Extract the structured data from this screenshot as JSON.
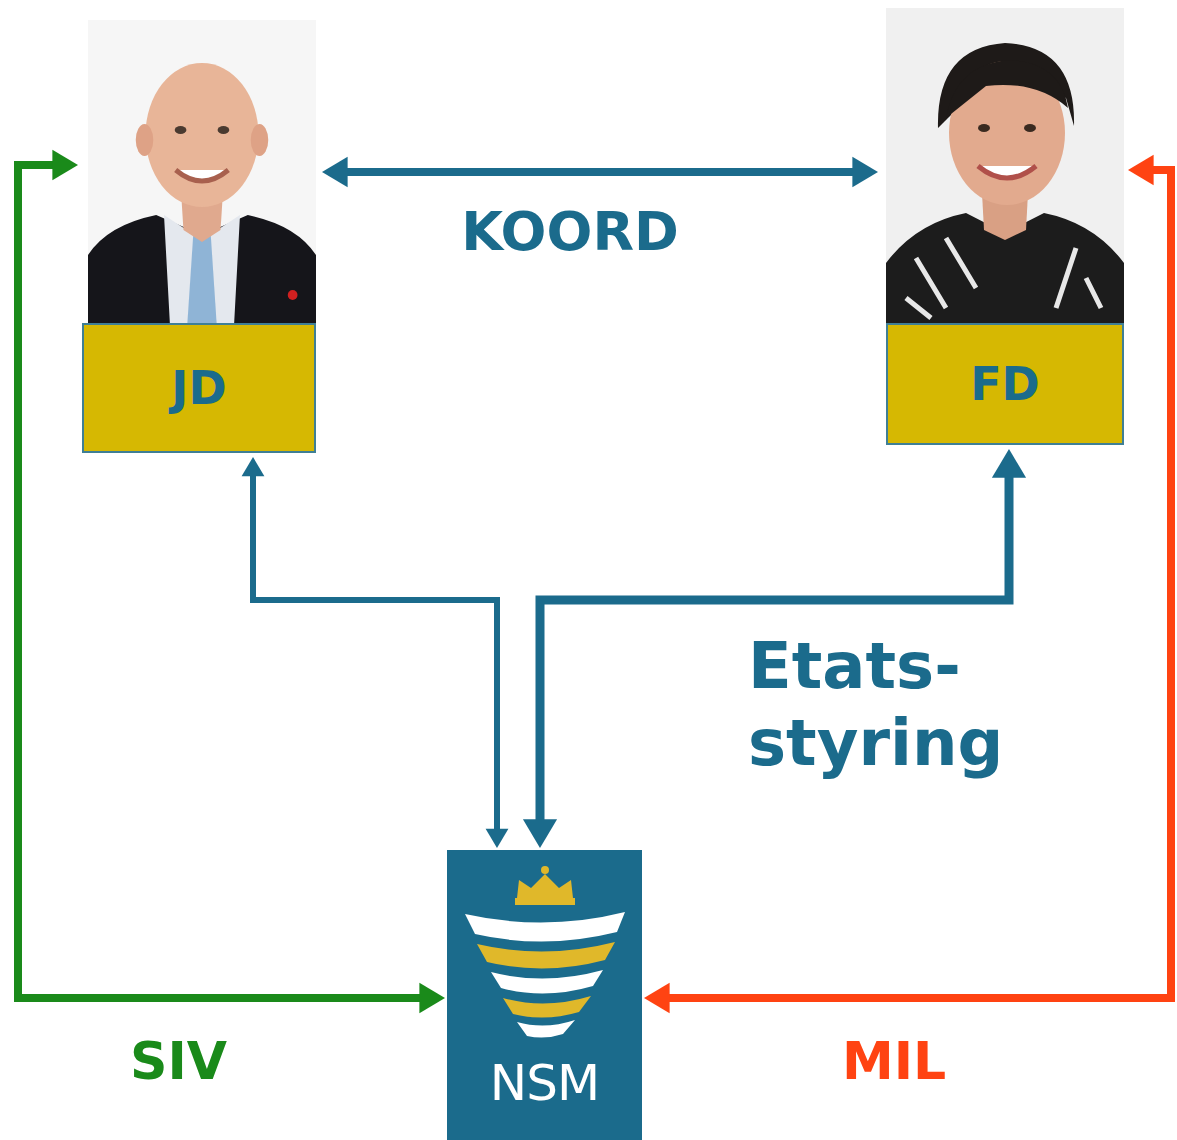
{
  "diagram": {
    "nodes": [
      {
        "text": [
          "JD"
        ]
      },
      {
        "text": [
          "FD"
        ]
      },
      {
        "text": [
          "NSM"
        ]
      }
    ],
    "edges": [
      {
        "from": 0,
        "to": 1,
        "arrow": "both",
        "label": "KOORD"
      },
      {
        "from": 2,
        "to": 0,
        "arrow": "both"
      },
      {
        "from": 2,
        "to": 1,
        "arrow": "both",
        "label": "Etats-styring"
      },
      {
        "from": 0,
        "to": 2,
        "arrow": "both",
        "label": "SIV"
      },
      {
        "from": 1,
        "to": 2,
        "arrow": "both",
        "label": "MIL"
      }
    ]
  }
}
